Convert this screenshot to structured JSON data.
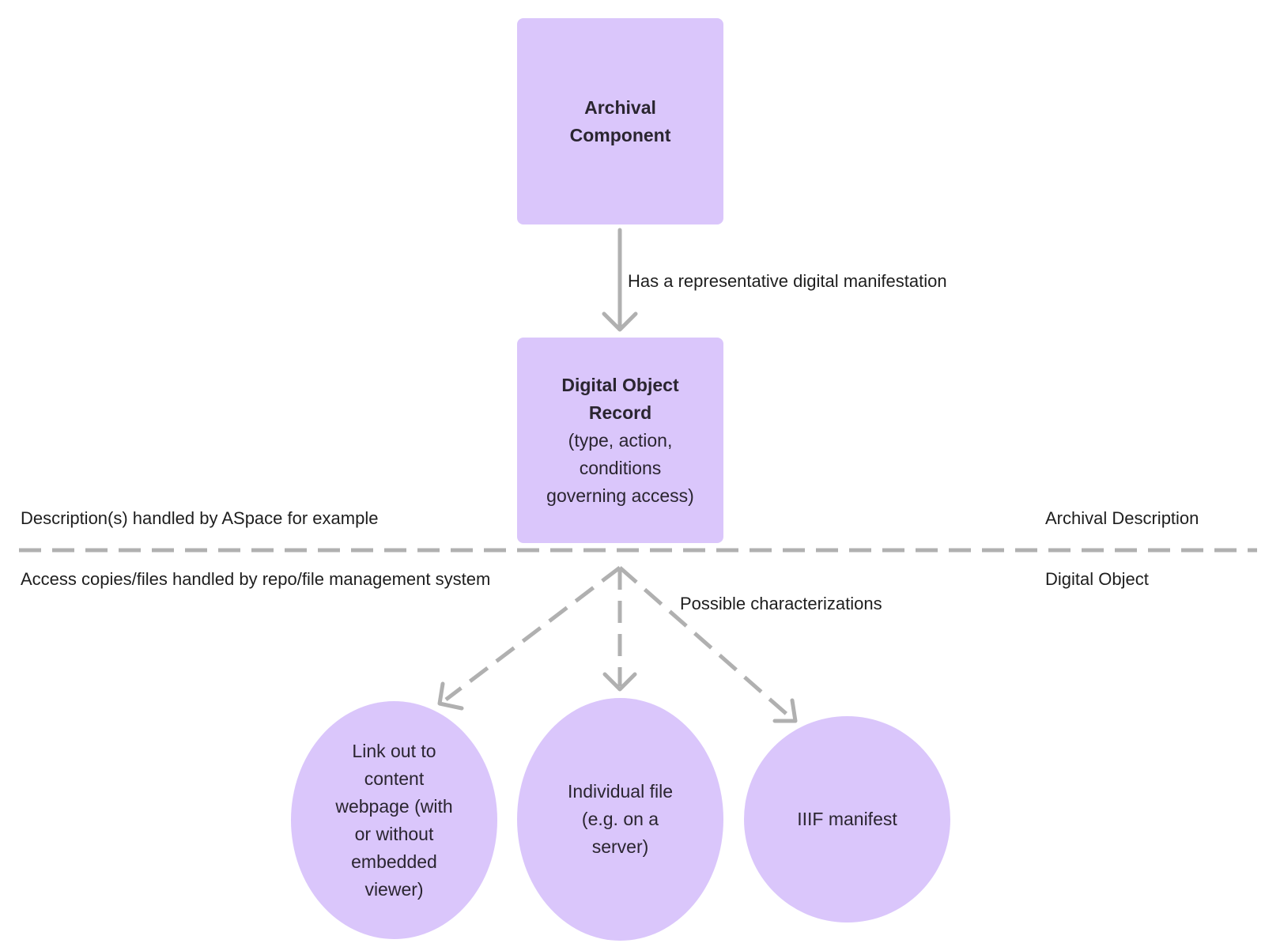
{
  "nodes": {
    "archival_component": {
      "title": "Archival\nComponent"
    },
    "digital_object_record": {
      "title": "Digital Object\nRecord",
      "subtitle": "(type, action,\nconditions\ngoverning access)"
    },
    "link_out": {
      "text": "Link out to\ncontent\nwebpage (with\nor without\nembedded\nviewer)"
    },
    "individual_file": {
      "text": "Individual file\n(e.g. on a\nserver)"
    },
    "iiif_manifest": {
      "text": "IIIF manifest"
    }
  },
  "edges": {
    "has_representation": "Has a representative digital manifestation",
    "possible_characterizations": "Possible characterizations"
  },
  "zones": {
    "upper_left": "Description(s) handled by ASpace for example",
    "upper_right": "Archival Description",
    "lower_left": "Access copies/files handled by repo/file management system",
    "lower_right": "Digital Object"
  },
  "colors": {
    "node_fill": "#dac6fb",
    "connector": "#b0b0b0",
    "text": "#1e1e1e"
  }
}
